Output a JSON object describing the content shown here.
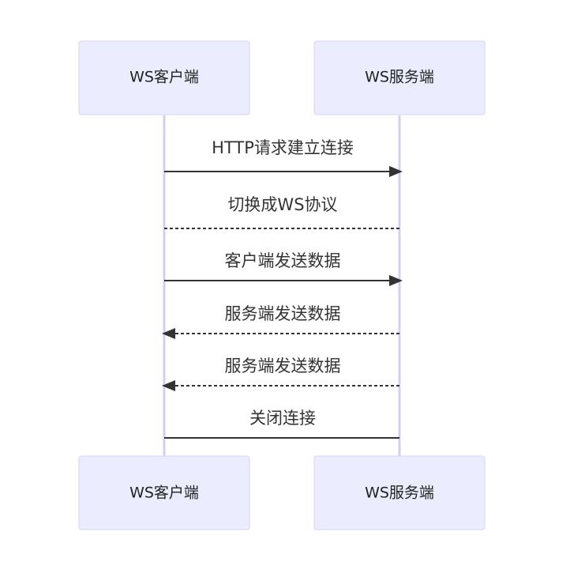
{
  "participants": [
    {
      "id": "client",
      "label": "WS客户端"
    },
    {
      "id": "server",
      "label": "WS服务端"
    }
  ],
  "messages": [
    {
      "from": "client",
      "to": "server",
      "text": "HTTP请求建立连接",
      "style": "solid",
      "arrow": true
    },
    {
      "from": "server",
      "to": "client",
      "text": "切换成WS协议",
      "style": "dotted",
      "arrow": false
    },
    {
      "from": "client",
      "to": "server",
      "text": "客户端发送数据",
      "style": "solid",
      "arrow": true
    },
    {
      "from": "server",
      "to": "client",
      "text": "服务端发送数据",
      "style": "dotted",
      "arrow": true
    },
    {
      "from": "server",
      "to": "client",
      "text": "服务端发送数据",
      "style": "dotted",
      "arrow": true
    },
    {
      "from": "client",
      "to": "server",
      "text": "关闭连接",
      "style": "solid",
      "arrow": false
    }
  ],
  "colors": {
    "actor_fill": "#ececff",
    "actor_border": "#d6d2f3",
    "lifeline": "#d3cff0",
    "message_line": "#333333",
    "text": "#333333"
  }
}
